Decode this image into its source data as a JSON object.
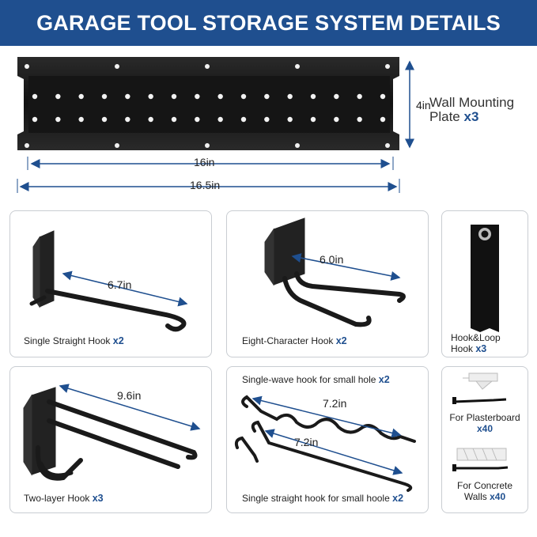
{
  "header": {
    "title": "GARAGE TOOL STORAGE SYSTEM DETAILS",
    "background_color": "#1f4f8f"
  },
  "plate": {
    "label": "Wall Mounting",
    "label_line2": "Plate",
    "quantity": "x3",
    "height_dim": "4in",
    "inner_width_dim": "16in",
    "outer_width_dim": "16.5in"
  },
  "hooks": [
    {
      "label": "Single Straight Hook",
      "quantity": "x2",
      "dimension": "6.7in"
    },
    {
      "label": "Eight-Character Hook",
      "quantity": "x2",
      "dimension": "6.0in"
    },
    {
      "label": "Hook&Loop",
      "label_line2": "Hook",
      "quantity": "x3"
    },
    {
      "label": "Two-layer Hook",
      "quantity": "x3",
      "dimension": "9.6in"
    },
    {
      "label": "Single-wave hook for small hole",
      "quantity": "x2",
      "dimension": "7.2in"
    },
    {
      "label": "Single straight hook for small hoole",
      "quantity": "x2",
      "dimension": "7.2in"
    }
  ],
  "anchors": [
    {
      "label": "For Plasterboard",
      "quantity": "x40"
    },
    {
      "label": "For Concrete",
      "label_line2": "Walls",
      "quantity": "x40"
    }
  ],
  "colors": {
    "accent": "#1f4f8f",
    "metal": "#1a1a1a"
  }
}
